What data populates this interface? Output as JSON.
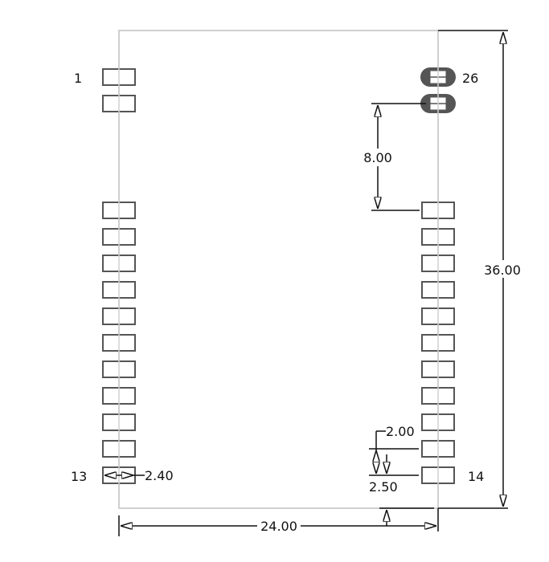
{
  "pin_labels": {
    "first": "1",
    "last_left": "13",
    "first_right": "14",
    "last_right": "26"
  },
  "dimensions": {
    "height": "36.00",
    "width": "24.00",
    "pad_gap": "8.00",
    "pitch": "2.00",
    "pitch_alt": "2.50",
    "pad_length": "2.40"
  },
  "pads": {
    "left_count": 13,
    "right_rect_count": 11,
    "right_oval_count": 2
  },
  "colors": {
    "outline": "#d0d0d0",
    "pad_stroke": "#555555",
    "oval_fill": "#555555",
    "dimension": "#111111"
  }
}
